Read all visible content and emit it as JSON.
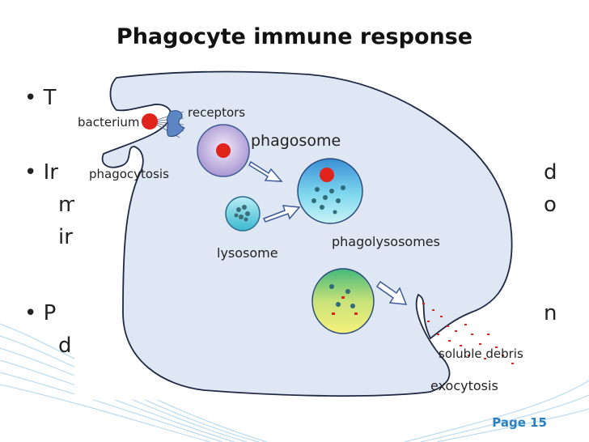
{
  "slide": {
    "title": "Phagocyte immune response",
    "page_label": "Page 15",
    "bullets": [
      {
        "left": "• T",
        "right": ""
      },
      {
        "left": "• Ir",
        "right": "d"
      },
      {
        "left": "m",
        "right": "o"
      },
      {
        "left": "ir",
        "right": ""
      },
      {
        "left": "• P",
        "right": "n"
      },
      {
        "left": "d",
        "right": ""
      }
    ]
  },
  "diagram": {
    "labels": {
      "bacterium": "bacterium",
      "receptors": "receptors",
      "phagocytosis": "phagocytosis",
      "phagosome": "phagosome",
      "lysosome": "lysosome",
      "phagolysosomes": "phagolysosomes",
      "soluble_debris": "soluble debris",
      "exocytosis": "exocytosis"
    },
    "colors": {
      "cell_fill": "#dfe7f4",
      "cell_stroke": "#1f2a44",
      "bacterium": "#e0241b",
      "phagosome_fill": "#b9a8d8",
      "lysosome_fill": "#5fc9d9",
      "phagolysosome_fill": "#6fd0ea",
      "residual_fill": "#d9e88a",
      "arrow": "#3c5a9a",
      "accent": "#2a7fc1"
    }
  }
}
